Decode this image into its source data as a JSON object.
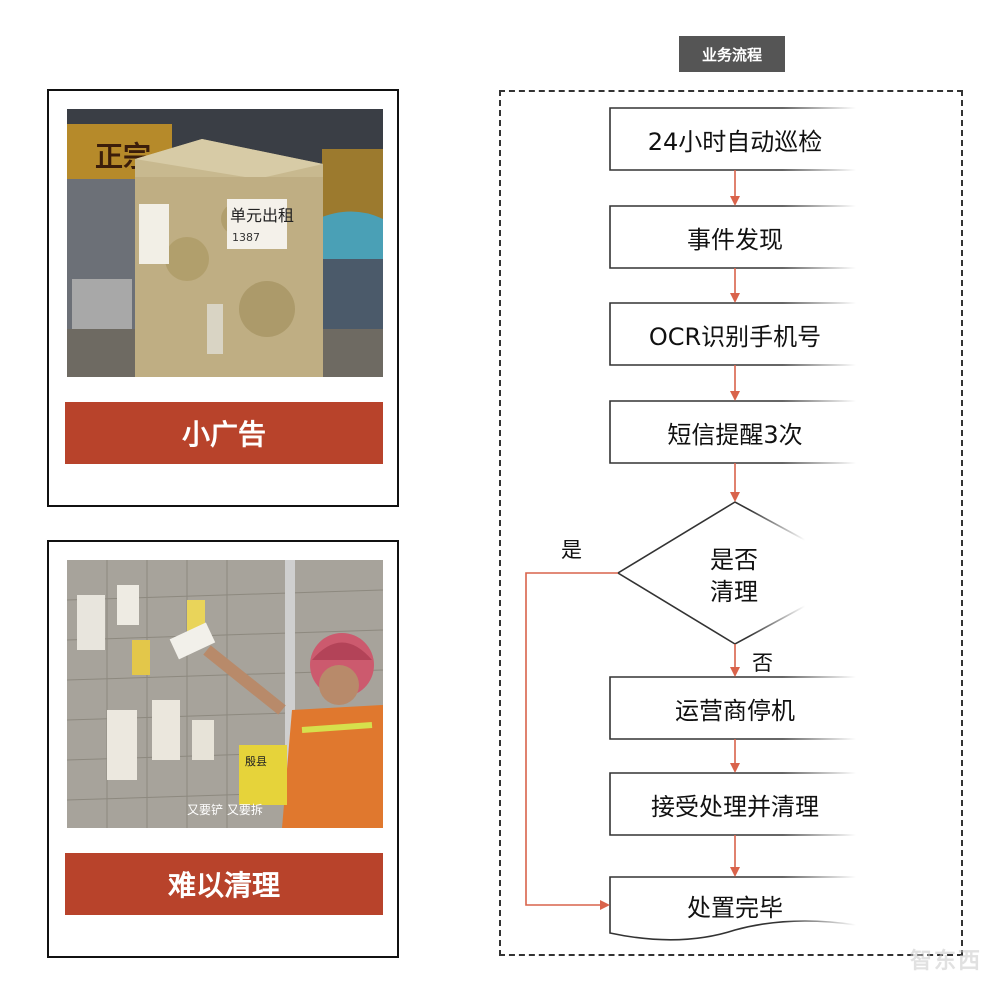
{
  "cards": [
    {
      "label": "小广告",
      "photo": "electrical-box-with-posted-ads",
      "photo_text": {
        "sign": "正宗",
        "notice": "单元出租",
        "phone": "1387"
      }
    },
    {
      "label": "难以清理",
      "photo": "worker-scraping-ads-off-wall",
      "photo_text": {
        "caption": "又要铲 又要拆",
        "notice": "殷县"
      }
    }
  ],
  "header": {
    "title": "业务流程"
  },
  "flow": {
    "steps": [
      "24小时自动巡检",
      "事件发现",
      "OCR识别手机号",
      "短信提醒3次"
    ],
    "decision": {
      "line1": "是否",
      "line2": "清理",
      "yes": "是",
      "no": "否"
    },
    "after_steps": [
      "运营商停机",
      "接受处理并清理"
    ],
    "end": "处置完毕"
  },
  "colors": {
    "accent": "#b8432b",
    "arrow": "#d9634b",
    "header_bg": "#555555"
  },
  "watermark": "智东西"
}
